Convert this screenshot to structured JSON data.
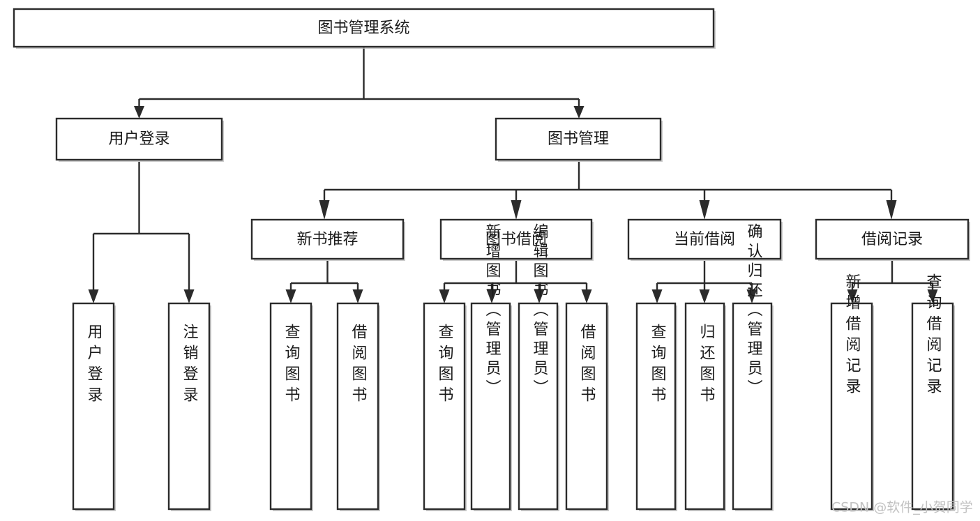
{
  "diagram": {
    "title": "图书管理系统",
    "type": "tree-hierarchy",
    "watermark": "CSDN @软件_小贺同学",
    "colors": {
      "box_stroke": "#2b2b2b",
      "box_fill": "#ffffff",
      "connector": "#2b2b2b",
      "text": "#1b1b1b",
      "watermark": "#c2c2c2",
      "background": "#ffffff"
    },
    "levels": {
      "root": {
        "label": "图书管理系统"
      },
      "level2": [
        {
          "id": "user-login",
          "label": "用户登录"
        },
        {
          "id": "book-management",
          "label": "图书管理"
        }
      ],
      "level3": [
        {
          "id": "new-book-recommend",
          "label": "新书推荐",
          "parent": "book-management"
        },
        {
          "id": "book-borrow",
          "label": "图书借阅",
          "parent": "book-management"
        },
        {
          "id": "current-borrow",
          "label": "当前借阅",
          "parent": "book-management"
        },
        {
          "id": "borrow-record",
          "label": "借阅记录",
          "parent": "book-management"
        }
      ],
      "leaves": [
        {
          "id": "leaf-user-login",
          "label": "用户登录",
          "parent": "user-login"
        },
        {
          "id": "leaf-logout-login",
          "label": "注销登录",
          "parent": "user-login"
        },
        {
          "id": "leaf-query-book-1",
          "label": "查询图书",
          "parent": "new-book-recommend"
        },
        {
          "id": "leaf-borrow-book-1",
          "label": "借阅图书",
          "parent": "new-book-recommend"
        },
        {
          "id": "leaf-query-book-2",
          "label": "查询图书",
          "parent": "book-borrow"
        },
        {
          "id": "leaf-add-book-admin",
          "label": "新增图书（管理员）",
          "parent": "book-borrow"
        },
        {
          "id": "leaf-edit-book-admin",
          "label": "编辑图书（管理员）",
          "parent": "book-borrow"
        },
        {
          "id": "leaf-borrow-book-2",
          "label": "借阅图书",
          "parent": "book-borrow"
        },
        {
          "id": "leaf-query-book-3",
          "label": "查询图书",
          "parent": "current-borrow"
        },
        {
          "id": "leaf-return-book",
          "label": "归还图书",
          "parent": "current-borrow"
        },
        {
          "id": "leaf-confirm-return-admin",
          "label": "确认归还（管理员）",
          "parent": "current-borrow"
        },
        {
          "id": "leaf-add-borrow-record",
          "label": "新增借阅记录",
          "parent": "borrow-record"
        },
        {
          "id": "leaf-query-borrow-record",
          "label": "查询借阅记录",
          "parent": "borrow-record"
        }
      ]
    }
  }
}
